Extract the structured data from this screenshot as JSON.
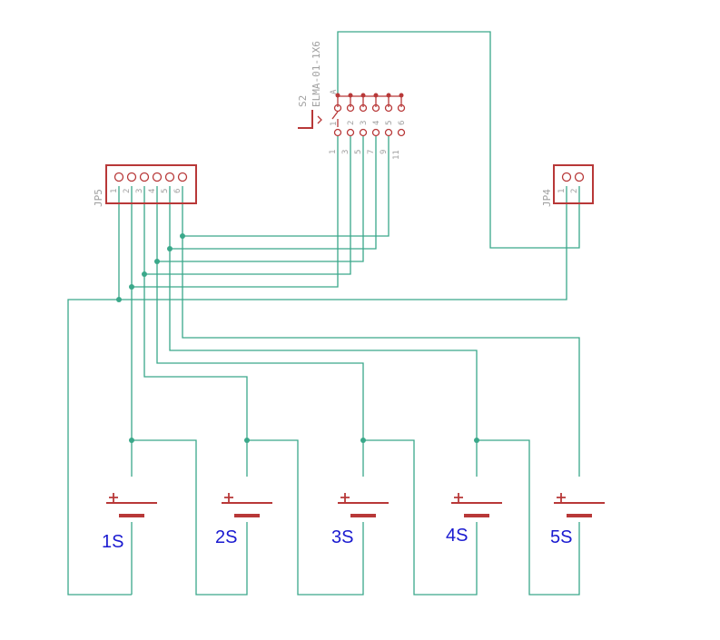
{
  "switch": {
    "ref": "S2",
    "value": "ELMA-01-1X6",
    "common_label": "A",
    "upper_pins": [
      "1",
      "2",
      "3",
      "4",
      "5",
      "6"
    ],
    "lower_pins": [
      "1",
      "3",
      "5",
      "7",
      "9",
      "11"
    ]
  },
  "header_left": {
    "ref": "JP5",
    "pins": [
      "1",
      "2",
      "3",
      "4",
      "5",
      "6"
    ]
  },
  "header_right": {
    "ref": "JP4",
    "pins": [
      "1",
      "2"
    ]
  },
  "batteries": [
    {
      "label": "1S"
    },
    {
      "label": "2S"
    },
    {
      "label": "3S"
    },
    {
      "label": "4S"
    },
    {
      "label": "5S"
    }
  ],
  "colors": {
    "wire": "#3aa88a",
    "part": "#b83838",
    "label": "#a0a0a0",
    "battery_label": "#1a1ad0"
  }
}
